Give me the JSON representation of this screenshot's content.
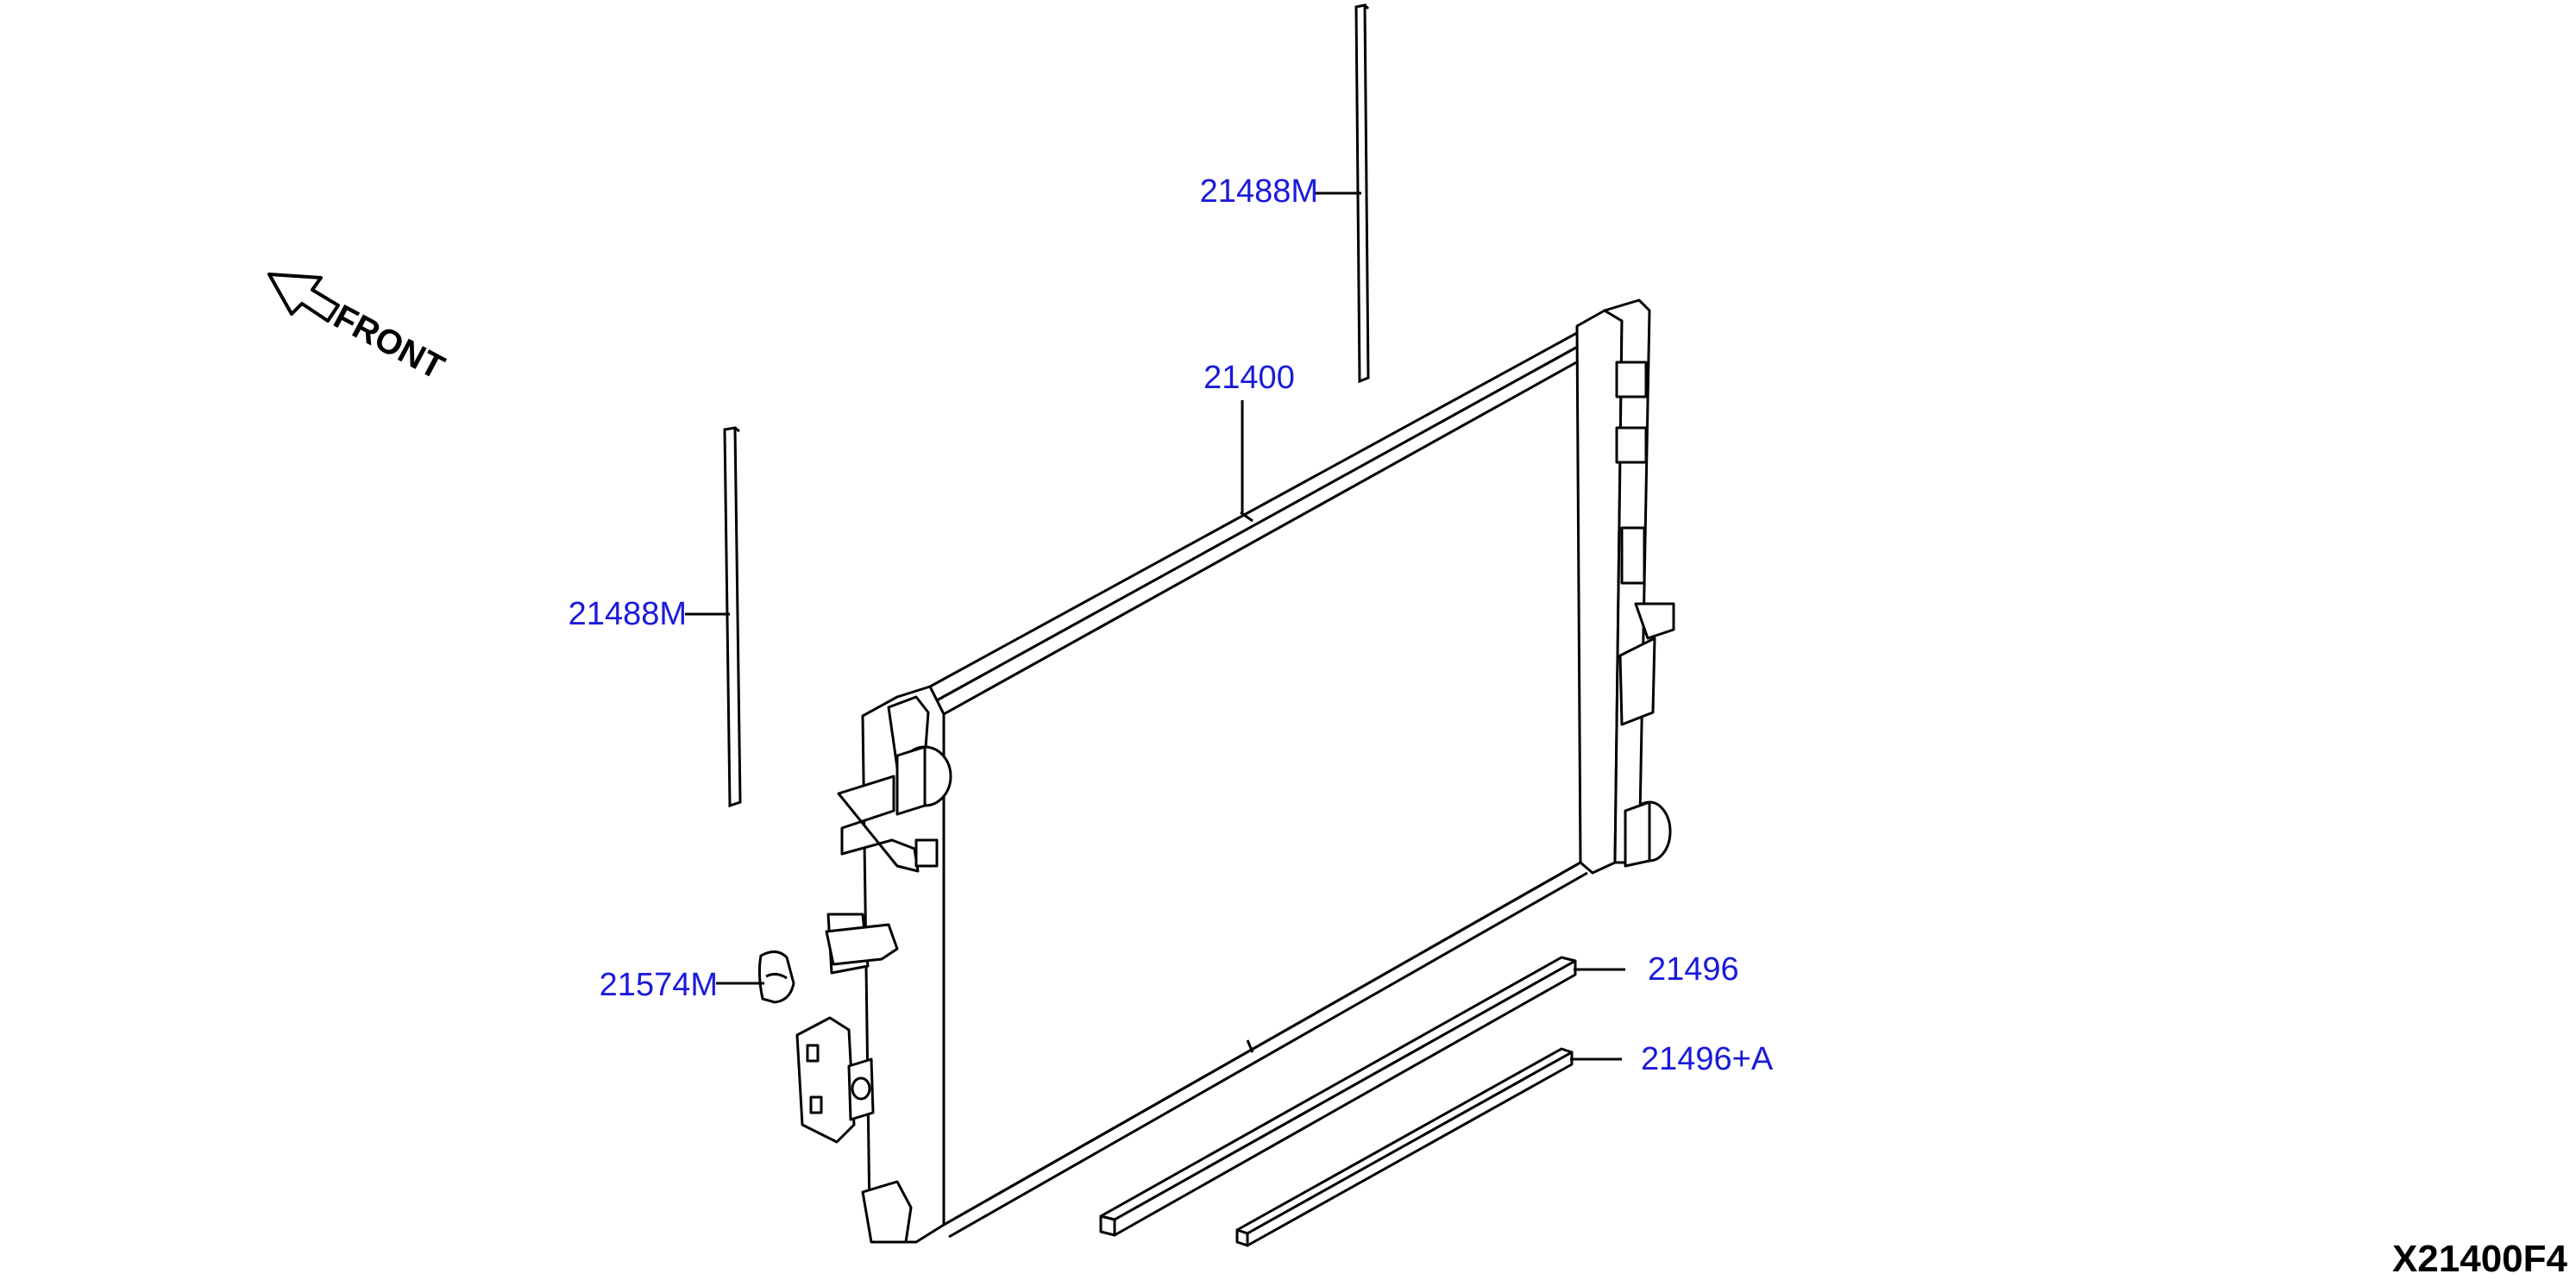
{
  "colors": {
    "callout": "#1a1adc",
    "line": "#000000",
    "background": "#ffffff"
  },
  "orientation": {
    "label": "FRONT",
    "icon": "front-arrow-icon"
  },
  "callouts": [
    {
      "id": "upper-seal",
      "part": "21488M"
    },
    {
      "id": "radiator",
      "part": "21400"
    },
    {
      "id": "left-seal",
      "part": "21488M"
    },
    {
      "id": "clip",
      "part": "21574M"
    },
    {
      "id": "lower-seal",
      "part": "21496"
    },
    {
      "id": "lower-seal-a",
      "part": "21496+A"
    }
  ],
  "diagram_code": "X21400F4"
}
